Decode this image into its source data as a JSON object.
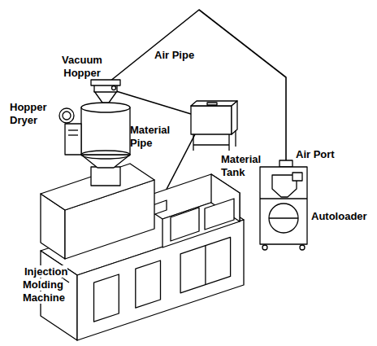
{
  "diagram": {
    "labels": [
      "Vacuum Hopper",
      "Air Pipe",
      "Hopper Dryer",
      "Material Pipe",
      "Material Tank",
      "Air Port",
      "Autoloader",
      "Injection Molding Machine"
    ]
  }
}
